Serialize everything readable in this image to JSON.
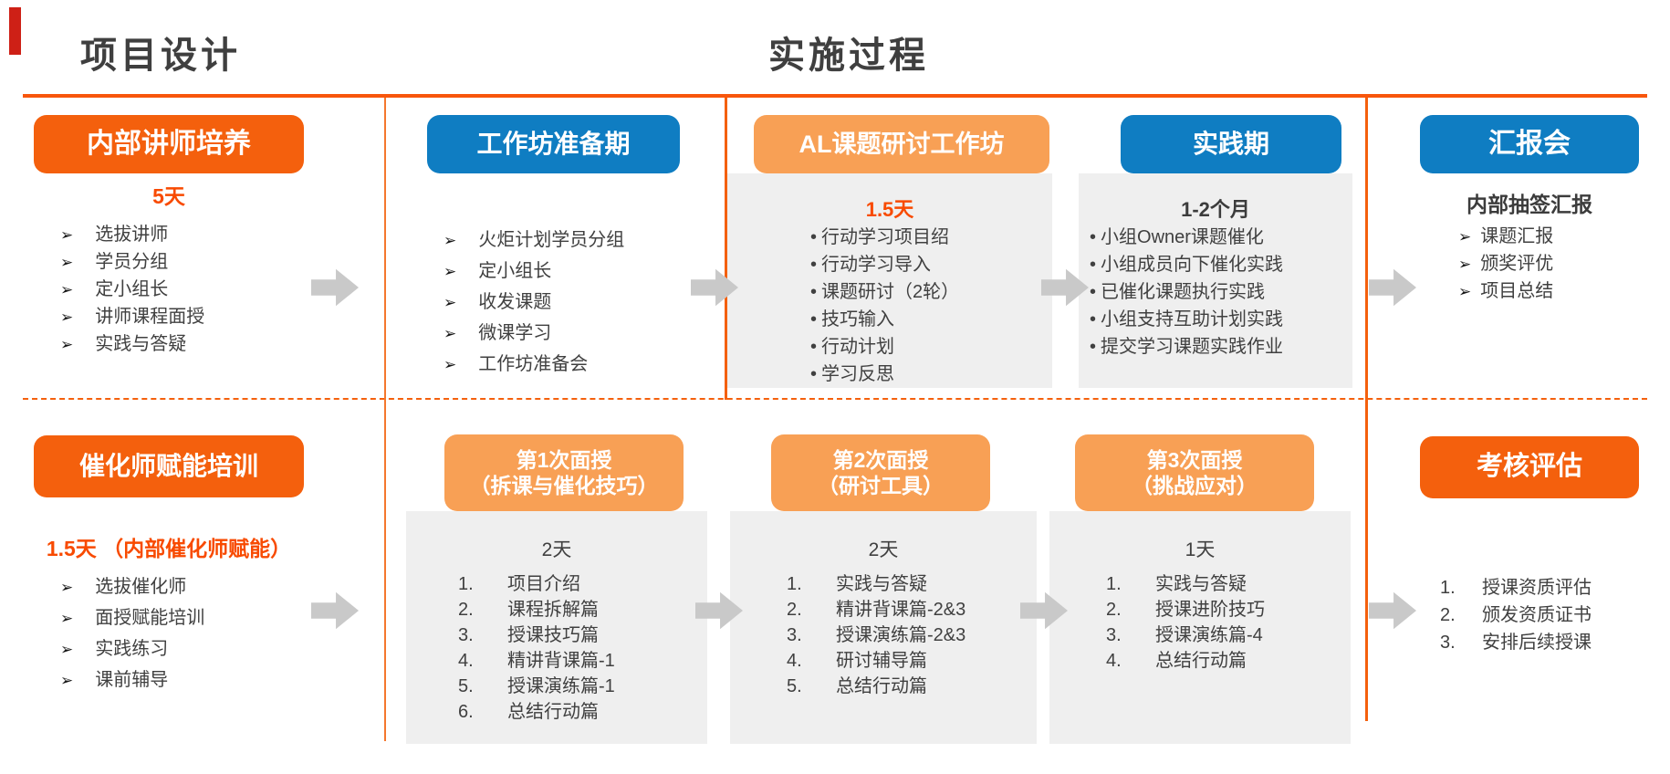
{
  "colors": {
    "orange_box": "#F4600D",
    "light_orange_box": "#F8A055",
    "blue_box": "#0F7DC2",
    "panel_gray": "#EFEFEF",
    "arrow_gray": "#C9C9C9",
    "line_orange": "#F4600D",
    "time_text_orange": "#F84A00",
    "accent_red": "#CE2016",
    "text_dark": "#3F3F3F"
  },
  "icons": {
    "bullet_arrow": "➢",
    "bullet_dot": "•"
  },
  "header": {
    "design_title": "项目设计",
    "implementation_title": "实施过程"
  },
  "row1": {
    "instructor_training": {
      "title": "内部讲师培养",
      "duration": "5天",
      "items": [
        "选拔讲师",
        "学员分组",
        "定小组长",
        "讲师课程面授",
        "实践与答疑"
      ]
    },
    "workshop_prep": {
      "title": "工作坊准备期",
      "items": [
        "火炬计划学员分组",
        "定小组长",
        "收发课题",
        "微课学习",
        "工作坊准备会"
      ]
    },
    "al_workshop": {
      "title": "AL课题研讨工作坊",
      "duration": "1.5天",
      "items": [
        "行动学习项目绍",
        "行动学习导入",
        "课题研讨（2轮）",
        "技巧输入",
        "行动计划",
        "学习反思"
      ]
    },
    "practice_period": {
      "title": "实践期",
      "duration": "1-2个月",
      "items": [
        "小组Owner课题催化",
        "小组成员向下催化实践",
        "已催化课题执行实践",
        "小组支持互助计划实践",
        "提交学习课题实践作业"
      ]
    },
    "report_meeting": {
      "title": "汇报会",
      "subtitle": "内部抽签汇报",
      "items": [
        "课题汇报",
        "颁奖评优",
        "项目总结"
      ]
    }
  },
  "row2": {
    "facilitator_training": {
      "title": "催化师赋能培训",
      "duration": "1.5天 （内部催化师赋能）",
      "items": [
        "选拔催化师",
        "面授赋能培训",
        "实践练习",
        "课前辅导"
      ]
    },
    "session1": {
      "title_line1": "第1次面授",
      "title_line2": "（拆课与催化技巧）",
      "duration": "2天",
      "items": [
        "项目介绍",
        "课程拆解篇",
        "授课技巧篇",
        "精讲背课篇-1",
        "授课演练篇-1",
        "总结行动篇"
      ]
    },
    "session2": {
      "title_line1": "第2次面授",
      "title_line2": "（研讨工具）",
      "duration": "2天",
      "items": [
        "实践与答疑",
        "精讲背课篇-2&3",
        "授课演练篇-2&3",
        "研讨辅导篇",
        "总结行动篇"
      ]
    },
    "session3": {
      "title_line1": "第3次面授",
      "title_line2": "（挑战应对）",
      "duration": "1天",
      "items": [
        "实践与答疑",
        "授课进阶技巧",
        "授课演练篇-4",
        "总结行动篇"
      ]
    },
    "assessment": {
      "title": "考核评估",
      "items": [
        "授课资质评估",
        "颁发资质证书",
        "安排后续授课"
      ]
    }
  }
}
